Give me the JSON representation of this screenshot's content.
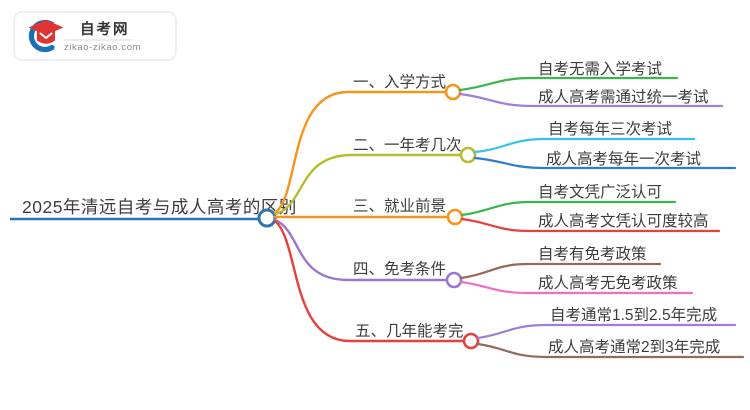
{
  "page": {
    "background": "#ffffff"
  },
  "logo": {
    "site_name": "自考网",
    "site_url": "zikao-zikao.com",
    "cap_icon": "graduation-cap-icon",
    "cap_color": "#e23333",
    "swoosh_color": "#1a6fb5",
    "name_color": "#333333",
    "url_color": "#8a8a8a",
    "border_color": "#eaeaea"
  },
  "central": {
    "topic": "2025年清远自考与成人高考的区别",
    "color": "#2d74b5"
  },
  "text_color": "#3d3d3d",
  "branches": [
    {
      "label": "一、入学方式",
      "color": "#f7941d",
      "children": [
        {
          "label": "自考无需入学考试",
          "color": "#3cb54a"
        },
        {
          "label": "成人高考需通过统一考试",
          "color": "#9e7ed8"
        }
      ]
    },
    {
      "label": "二、一年考几次",
      "color": "#b5bd2b",
      "children": [
        {
          "label": "自考每年三次考试",
          "color": "#35c4e8"
        },
        {
          "label": "成人高考每年一次考试",
          "color": "#2b7cc9"
        }
      ]
    },
    {
      "label": "三、就业前景",
      "color": "#f7941d",
      "children": [
        {
          "label": "自考文凭广泛认可",
          "color": "#3cb54a"
        },
        {
          "label": "成人高考文凭认可度较高",
          "color": "#e5413e"
        }
      ]
    },
    {
      "label": "四、免考条件",
      "color": "#9b76d0",
      "children": [
        {
          "label": "自考有免考政策",
          "color": "#97695c"
        },
        {
          "label": "成人高考无免考政策",
          "color": "#f06ec7"
        }
      ]
    },
    {
      "label": "五、几年能考完",
      "color": "#e5413e",
      "children": [
        {
          "label": "自考通常1.5到2.5年完成",
          "color": "#9e7ed8"
        },
        {
          "label": "成人高考通常2到3年完成",
          "color": "#97695c"
        }
      ]
    }
  ]
}
